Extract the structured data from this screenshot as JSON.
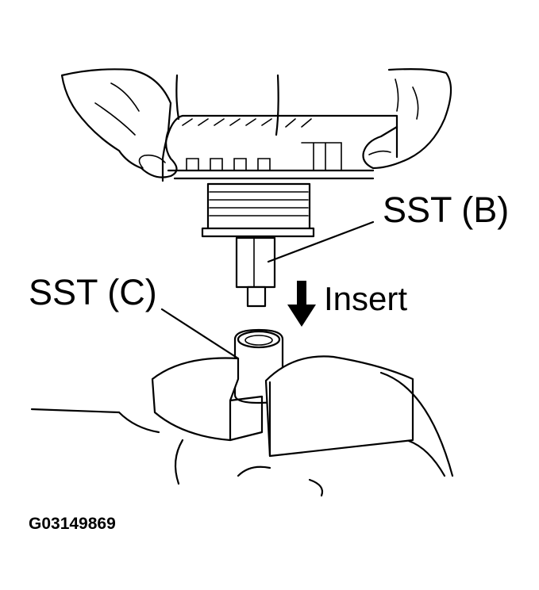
{
  "labels": {
    "sst_b": "SST (B)",
    "sst_c": "SST (C)",
    "insert": "Insert"
  },
  "figure_id": "G03149869",
  "colors": {
    "line": "#000000",
    "background": "#ffffff"
  }
}
